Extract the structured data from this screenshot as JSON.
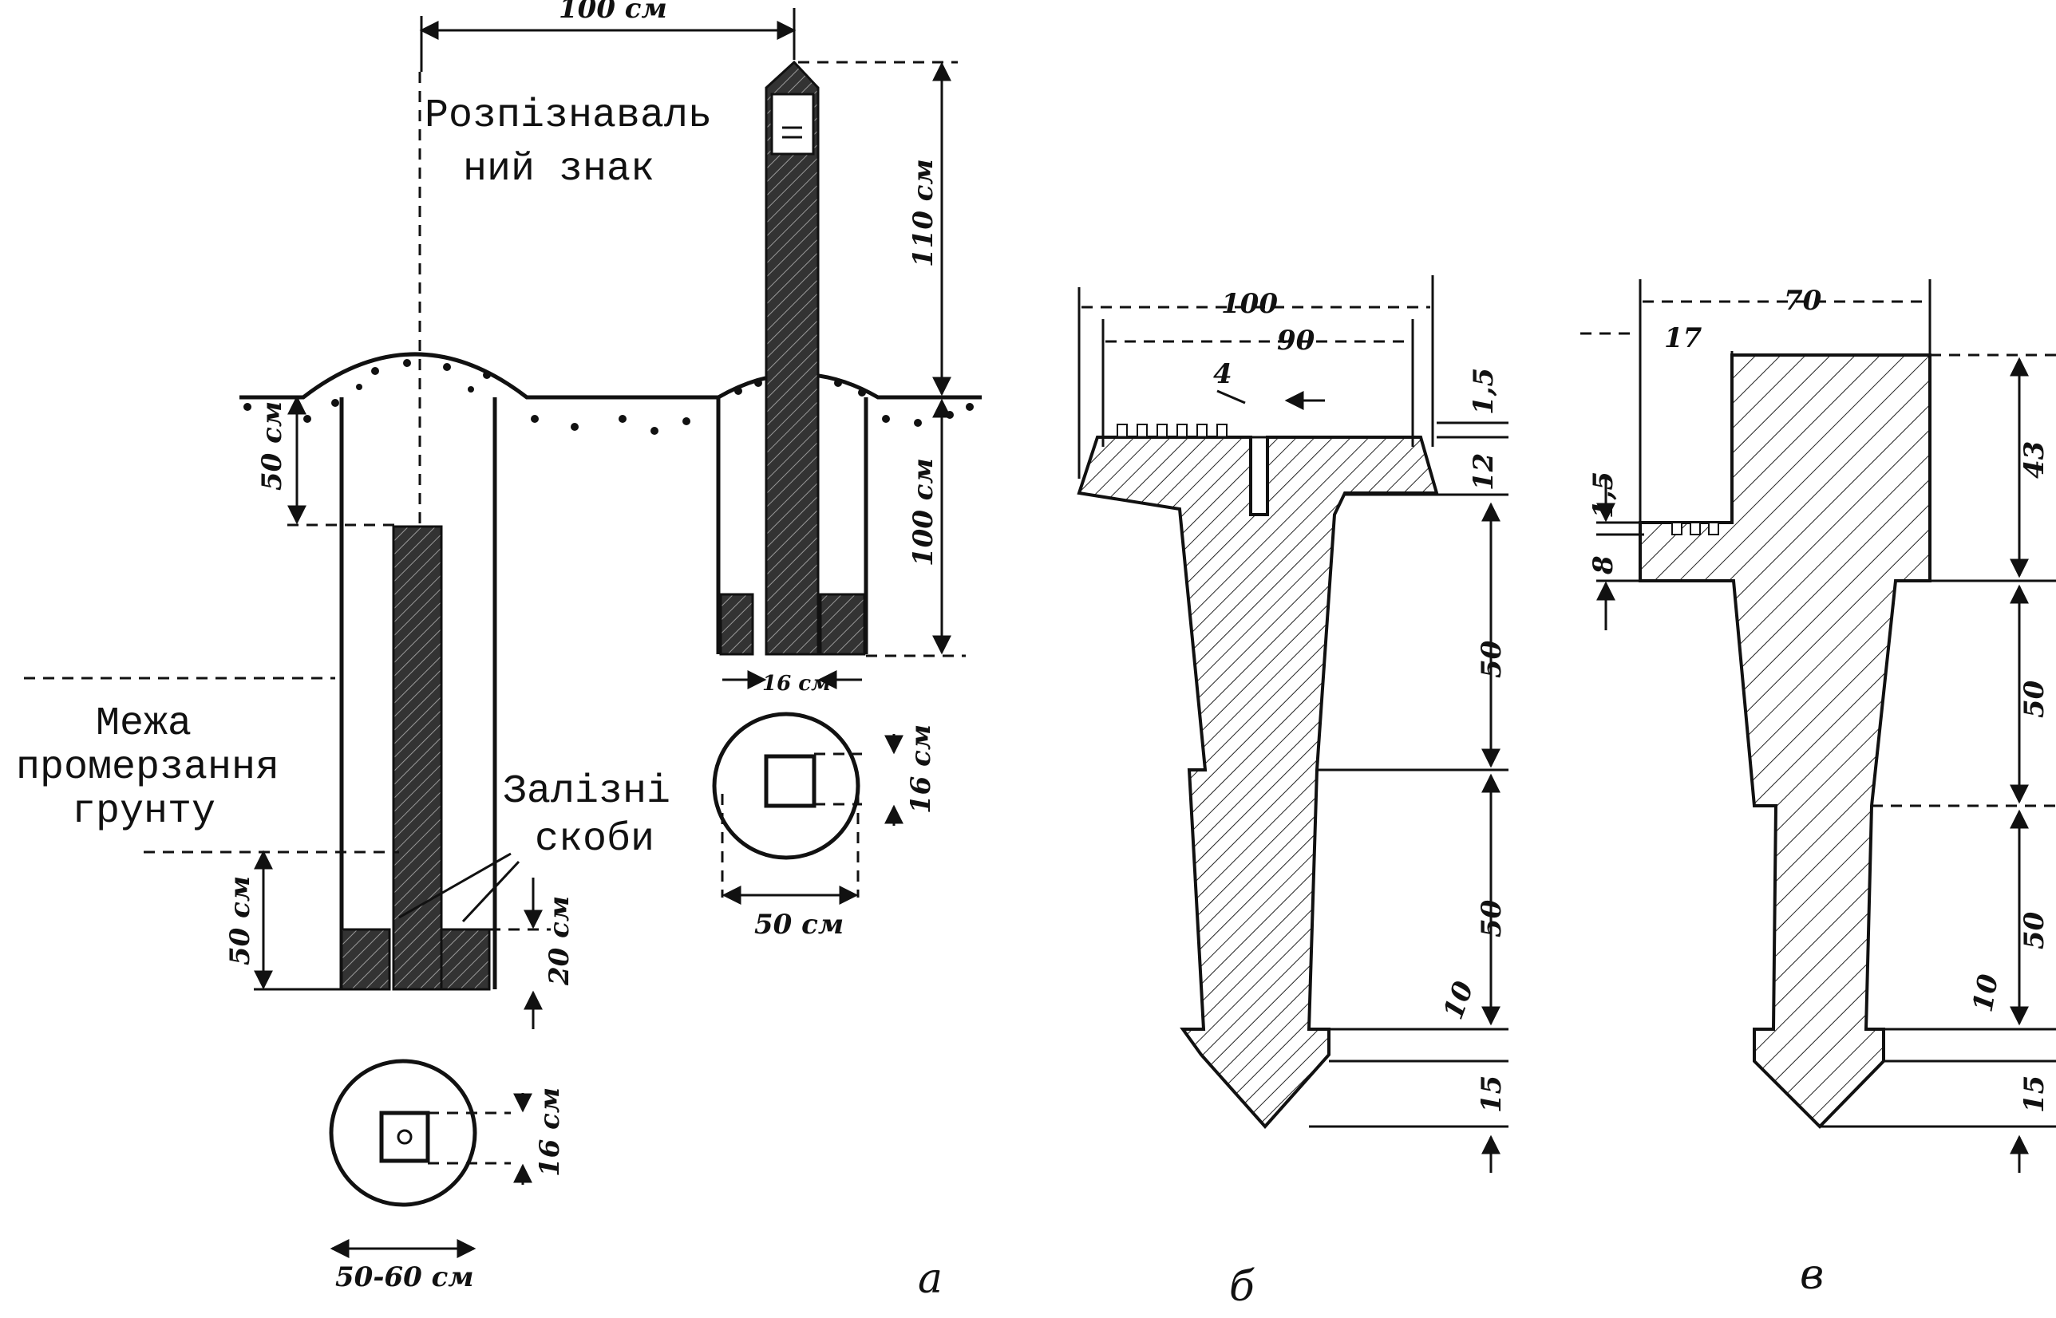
{
  "panel_a": {
    "caption": "а",
    "top_width": "100 см",
    "marker_height": "110 см",
    "marker_depth": "100 см",
    "marker_label_line1": "Розпізнаваль",
    "marker_label_line2": "ний знак",
    "soil_depth": "50 см",
    "frost_label_line1": "Межа",
    "frost_label_line2": "промерзання",
    "frost_label_line3": "грунту",
    "below_frost": "50 см",
    "brackets_line1": "Залізні",
    "brackets_line2": "скоби",
    "bracket_height": "20 см",
    "post_width": "16 см",
    "section_right_side": "16 см",
    "section_right_diameter": "50 см",
    "section_left_side": "16 см",
    "section_left_diameter": "50-60 см"
  },
  "panel_b": {
    "caption": "б",
    "outer_width": "100",
    "inner_width": "90",
    "notch": "4",
    "notch_depth": "1,5",
    "cap_height": "12",
    "section1": "50",
    "section2": "50",
    "step": "10",
    "point": "15"
  },
  "panel_c": {
    "caption": "в",
    "width": "70",
    "offset": "17",
    "top_height": "43",
    "notch_depth": "1,5",
    "notch_height": "8",
    "section1": "50",
    "section2": "50",
    "step": "10",
    "point": "15"
  }
}
